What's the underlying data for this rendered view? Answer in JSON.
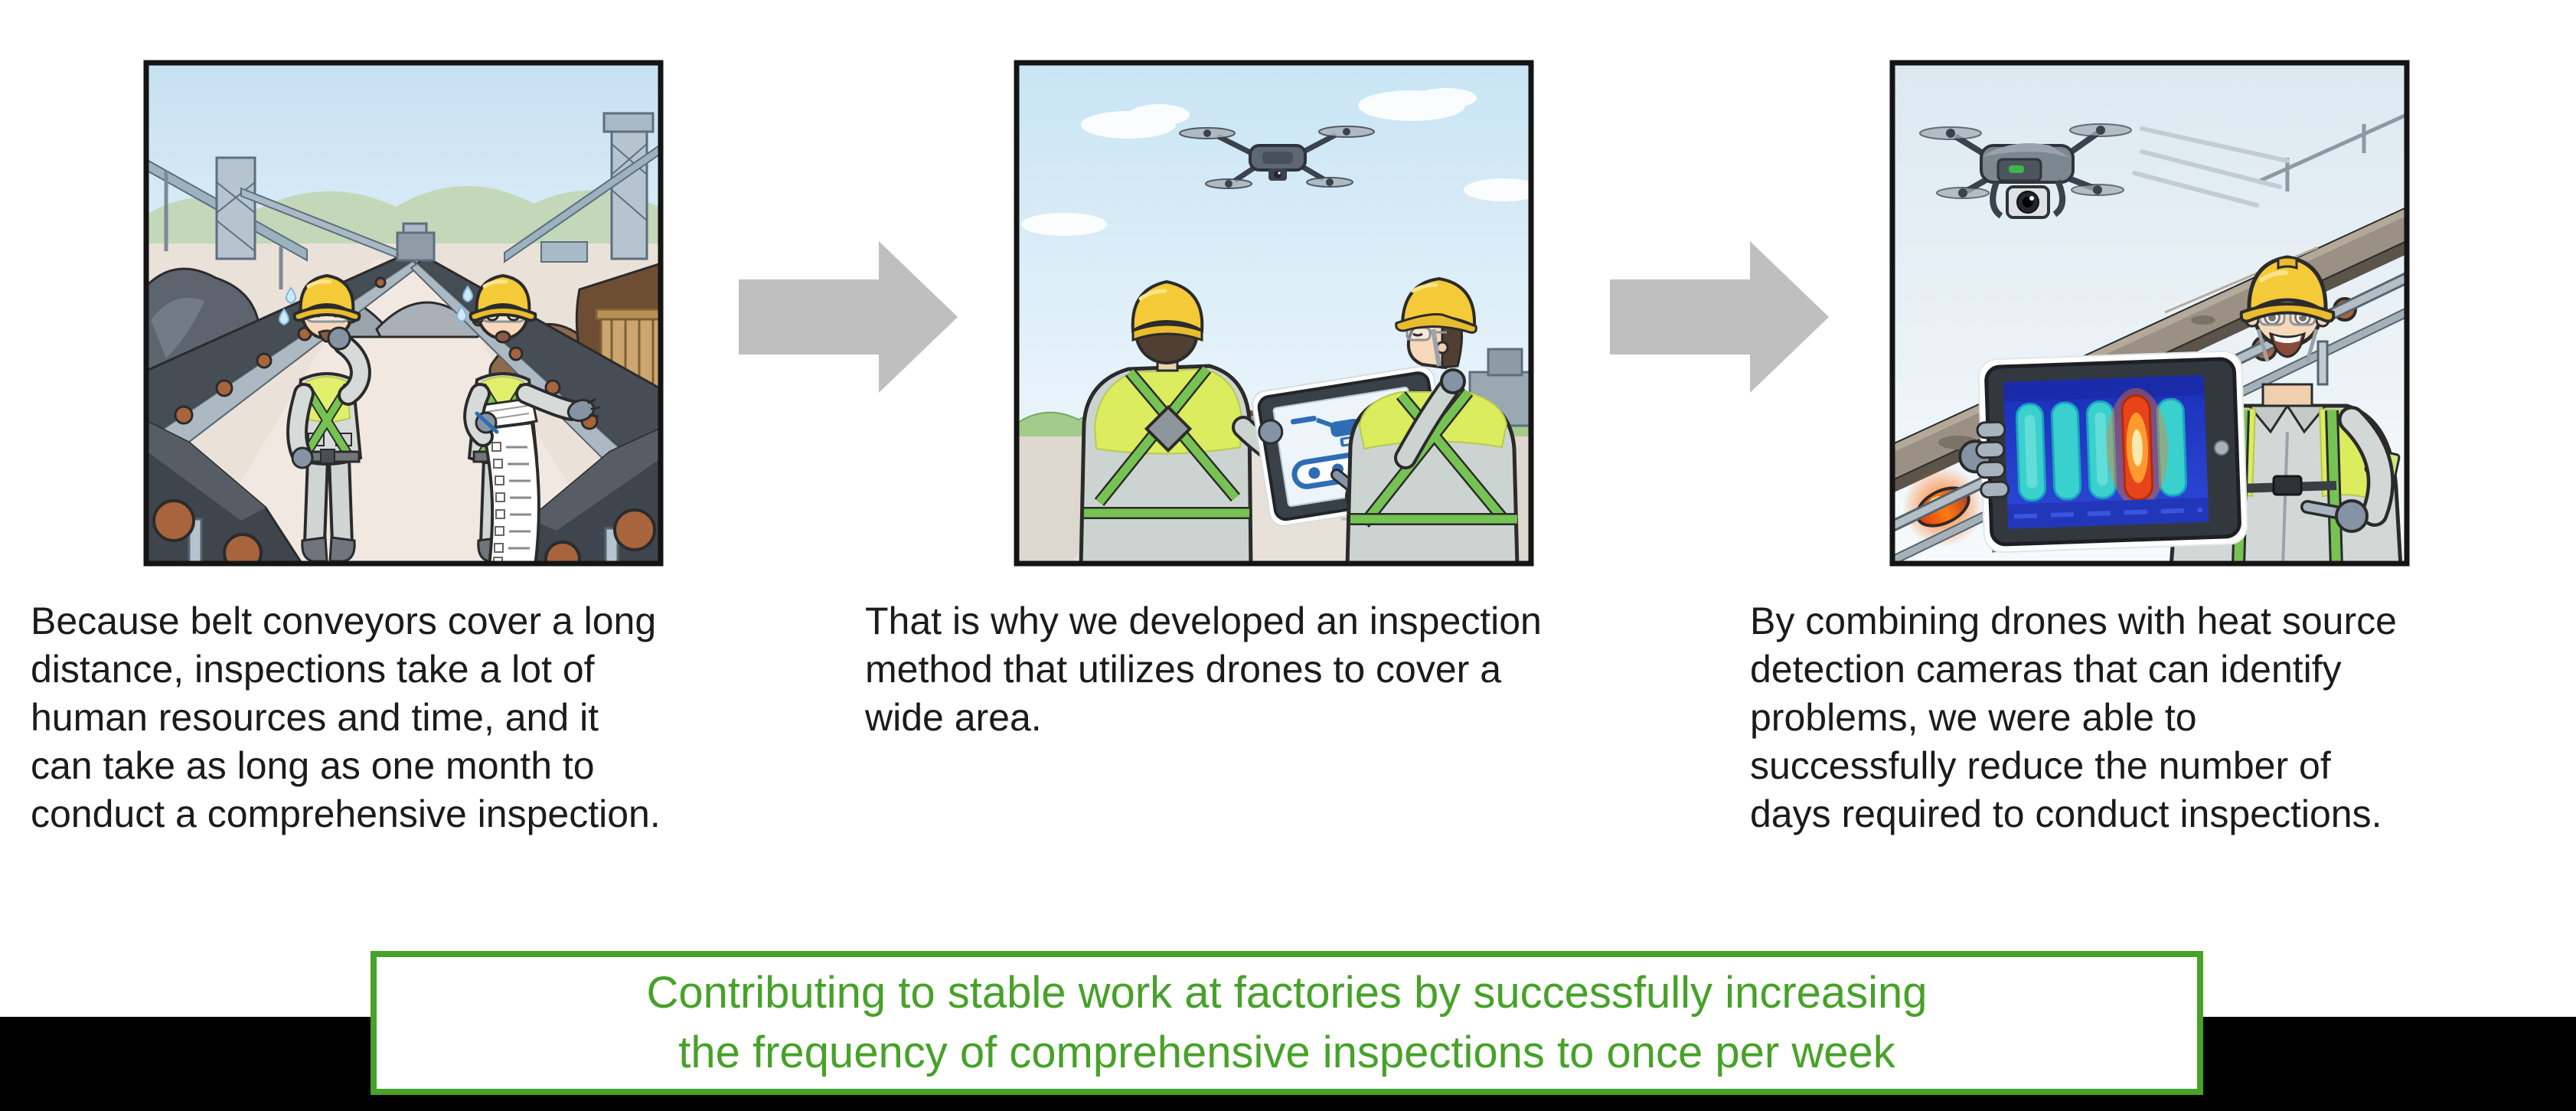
{
  "colors": {
    "accent-green": "#46a228",
    "arrow-gray": "#bfbfbf",
    "text-color": "#1b1b1b",
    "panel-border": "#141414",
    "band-black": "#000000"
  },
  "panels": [
    {
      "alt": "Cartoon of two sweating workers in hard hats walking between long belt conveyors at a plant, one holding a very long inspection checklist",
      "caption": [
        "Because belt conveyors cover a long",
        "distance, inspections take a lot of",
        "human resources and time, and it",
        "can take as long as one month to",
        "conduct a comprehensive inspection."
      ]
    },
    {
      "alt": "Cartoon of two workers seen from behind operating a drone over a belt conveyor with a tablet controller",
      "caption": [
        "That is why we developed an inspection",
        "method that utilizes drones to cover a",
        "wide area.",
        ""
      ]
    },
    {
      "alt": "Cartoon of a smiling worker showing a tablet with a thermal camera image while a drone inspects a belt conveyor with an overheating roller",
      "caption": [
        "By combining drones with heat source",
        "detection cameras that can identify",
        "problems, we were able to",
        "successfully reduce the number of",
        "days required to conduct inspections."
      ]
    }
  ],
  "conclusion": {
    "lines": [
      "Contributing to stable work at factories by successfully increasing",
      "the frequency of comprehensive inspections to once per week"
    ]
  }
}
